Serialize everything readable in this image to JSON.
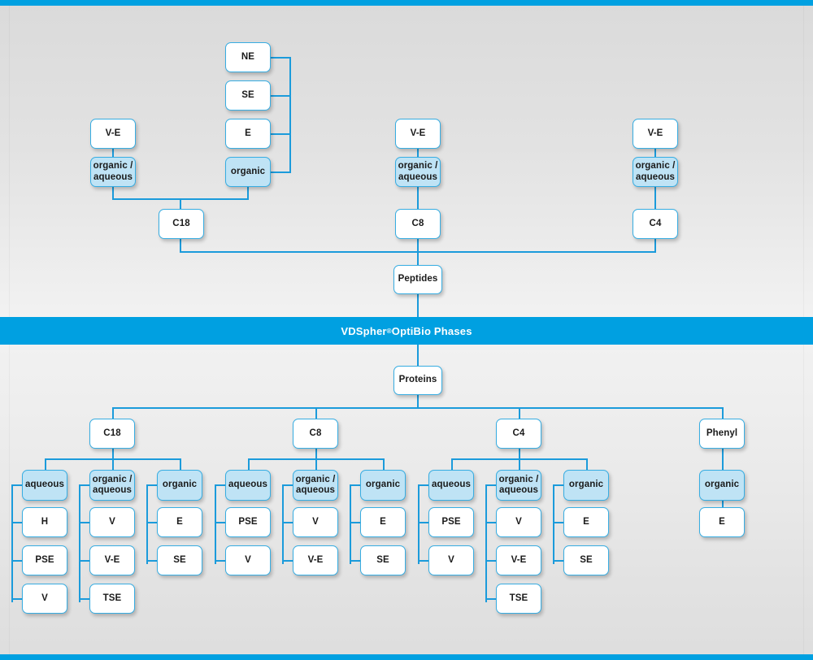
{
  "meta": {
    "banner_title": "VDSpher",
    "banner_sup": "®",
    "banner_rest": " OptiBio Phases",
    "accent_color": "#00a0e1",
    "line_color": "#1b9bdb",
    "box_border_color": "#37ade2",
    "box_fill_white": "#ffffff",
    "box_fill_blue": "#bfe3f5"
  },
  "diagram": {
    "type": "tree",
    "roots": [
      "Peptides",
      "Proteins"
    ],
    "peptides": {
      "label": "Peptides",
      "branches": [
        {
          "chain": "C18",
          "modes": [
            {
              "label": "organic /\naqueous",
              "highlight": true,
              "parents": [
                "V-E"
              ]
            },
            {
              "label": "organic",
              "highlight": true,
              "parents": [
                "NE",
                "SE",
                "E"
              ]
            }
          ]
        },
        {
          "chain": "C8",
          "modes": [
            {
              "label": "organic /\naqueous",
              "highlight": true,
              "parents": [
                "V-E"
              ]
            }
          ]
        },
        {
          "chain": "C4",
          "modes": [
            {
              "label": "organic /\naqueous",
              "highlight": true,
              "parents": [
                "V-E"
              ]
            }
          ]
        }
      ]
    },
    "proteins": {
      "label": "Proteins",
      "branches": [
        {
          "chain": "C18",
          "modes": [
            {
              "label": "aqueous",
              "highlight": true,
              "children": [
                "H",
                "PSE",
                "V"
              ]
            },
            {
              "label": "organic /\naqueous",
              "highlight": true,
              "children": [
                "V",
                "V-E",
                "TSE"
              ]
            },
            {
              "label": "organic",
              "highlight": true,
              "children": [
                "E",
                "SE"
              ]
            }
          ]
        },
        {
          "chain": "C8",
          "modes": [
            {
              "label": "aqueous",
              "highlight": true,
              "children": [
                "PSE",
                "V"
              ]
            },
            {
              "label": "organic /\naqueous",
              "highlight": true,
              "children": [
                "V",
                "V-E"
              ]
            },
            {
              "label": "organic",
              "highlight": true,
              "children": [
                "E",
                "SE"
              ]
            }
          ]
        },
        {
          "chain": "C4",
          "modes": [
            {
              "label": "aqueous",
              "highlight": true,
              "children": [
                "PSE",
                "V"
              ]
            },
            {
              "label": "organic /\naqueous",
              "highlight": true,
              "children": [
                "V",
                "V-E",
                "TSE"
              ]
            },
            {
              "label": "organic",
              "highlight": true,
              "children": [
                "E",
                "SE"
              ]
            }
          ]
        },
        {
          "chain": "Phenyl",
          "modes": [
            {
              "label": "organic",
              "highlight": true,
              "children": [
                "E"
              ]
            }
          ]
        }
      ]
    }
  },
  "nodes": {
    "pep_ne": "NE",
    "pep_se": "SE",
    "pep_e": "E",
    "pep_organic": "organic",
    "pep_ve_left": "V-E",
    "pep_oa_left": "organic /\naqueous",
    "pep_c18": "C18",
    "pep_ve_mid": "V-E",
    "pep_oa_mid": "organic /\naqueous",
    "pep_c8": "C8",
    "pep_ve_right": "V-E",
    "pep_oa_right": "organic /\naqueous",
    "pep_c4": "C4",
    "peptides": "Peptides",
    "proteins": "Proteins",
    "pr_c18": "C18",
    "pr_c8": "C8",
    "pr_c4": "C4",
    "pr_phenyl": "Phenyl",
    "c18_aqueous": "aqueous",
    "c18_aq_1": "H",
    "c18_aq_2": "PSE",
    "c18_aq_3": "V",
    "c18_oa": "organic /\naqueous",
    "c18_oa_1": "V",
    "c18_oa_2": "V-E",
    "c18_oa_3": "TSE",
    "c18_org": "organic",
    "c18_org_1": "E",
    "c18_org_2": "SE",
    "c8_aqueous": "aqueous",
    "c8_aq_1": "PSE",
    "c8_aq_2": "V",
    "c8_oa": "organic /\naqueous",
    "c8_oa_1": "V",
    "c8_oa_2": "V-E",
    "c8_org": "organic",
    "c8_org_1": "E",
    "c8_org_2": "SE",
    "c4_aqueous": "aqueous",
    "c4_aq_1": "PSE",
    "c4_aq_2": "V",
    "c4_oa": "organic /\naqueous",
    "c4_oa_1": "V",
    "c4_oa_2": "V-E",
    "c4_oa_3": "TSE",
    "c4_org": "organic",
    "c4_org_1": "E",
    "c4_org_2": "SE",
    "ph_org": "organic",
    "ph_org_1": "E"
  }
}
